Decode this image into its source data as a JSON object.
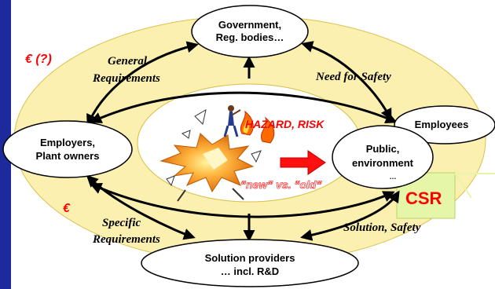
{
  "colors": {
    "sidebar": "#1c2a9c",
    "ring": "#fbf0b0",
    "ring_stroke": "#d9c250",
    "accent_red": "#ff0000",
    "csr_box": "#e6f6a8"
  },
  "nodes": {
    "government": [
      "Government,",
      "Reg. bodies…"
    ],
    "employers": [
      "Employers,",
      "Plant owners"
    ],
    "employees": "Employees",
    "public": [
      "Public,",
      "environment"
    ],
    "solution_providers": [
      "Solution providers",
      "… incl. R&D"
    ]
  },
  "labels": {
    "euro_question": "€ (?)",
    "euro": "€",
    "general_requirements": [
      "General",
      "Requirements"
    ],
    "need_for_safety": "Need for Safety",
    "specific_requirements": [
      "Specific",
      "Requirements"
    ],
    "solution_safety": "Solution, Safety",
    "hazard_risk": "HAZARD, RISK",
    "new_vs_old": "“new” vs. “old”",
    "csr": "CSR",
    "public_ellipsis": "…"
  },
  "icons": {
    "hazard_illustration": "explosion-fire-worker-icon",
    "red_arrow": "right-arrow-icon"
  }
}
